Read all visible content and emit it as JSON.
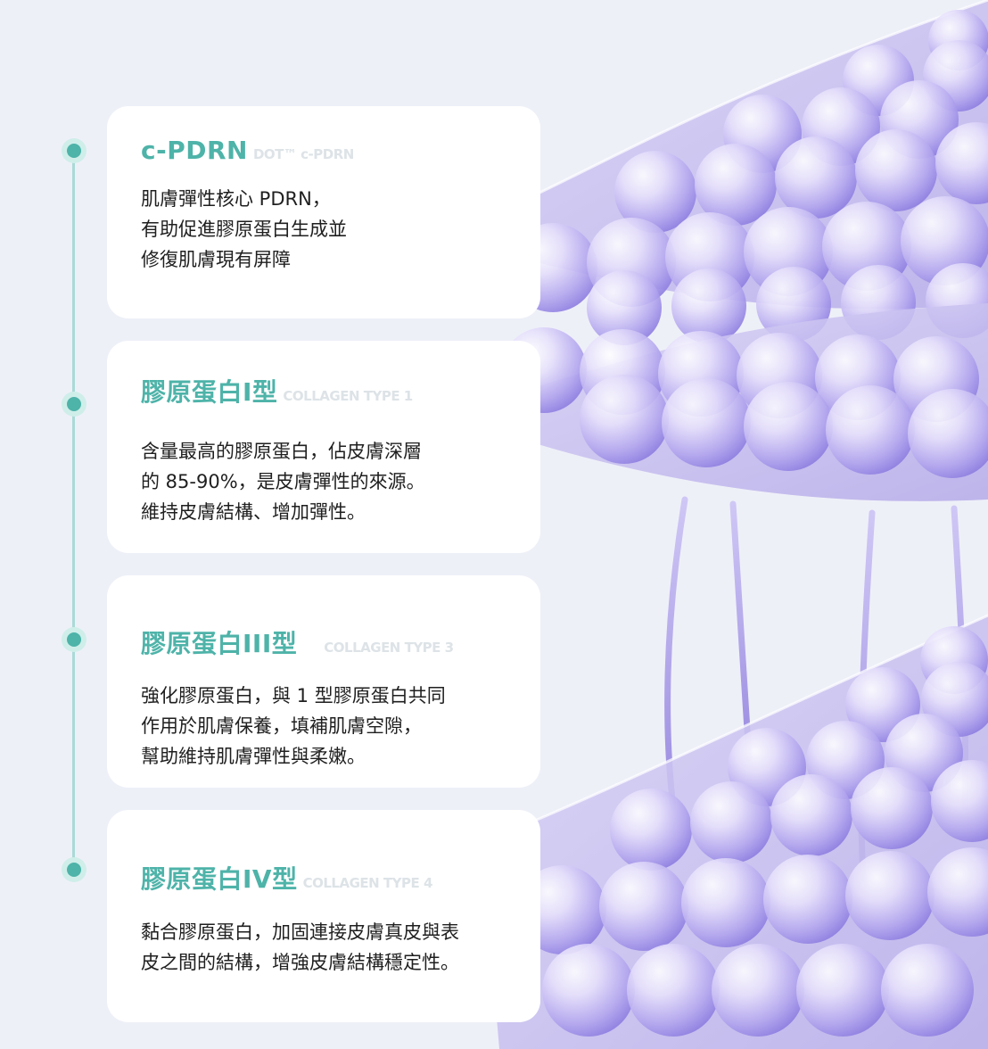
{
  "cards": [
    {
      "title": "c-PDRN",
      "subtitle": "DOT™ c-PDRN",
      "description": "肌膚彈性核心 PDRN，\n有助促進膠原蛋白生成並\n修復肌膚現有屏障"
    },
    {
      "title": "膠原蛋白I型",
      "subtitle": "COLLAGEN TYPE 1",
      "description": "含量最高的膠原蛋白，佔皮膚深層\n的 85-90%，是皮膚彈性的來源。\n維持皮膚結構、增加彈性。"
    },
    {
      "title": "膠原蛋白III型",
      "subtitle": "COLLAGEN TYPE 3",
      "description": "強化膠原蛋白，與 1 型膠原蛋白共同\n作用於肌膚保養，填補肌膚空隙，\n幫助維持肌膚彈性與柔嫩。"
    },
    {
      "title": "膠原蛋白IV型",
      "subtitle": "COLLAGEN TYPE 4",
      "description": "黏合膠原蛋白，加固連接皮膚真皮與表\n皮之間的結構，增強皮膚結構穩定性。"
    }
  ],
  "colors": {
    "accent": "#4eb3a9",
    "background": "#eef0f8",
    "card": "#ffffff",
    "layer": "#b9b0ea",
    "sphere": "#a99be6"
  }
}
